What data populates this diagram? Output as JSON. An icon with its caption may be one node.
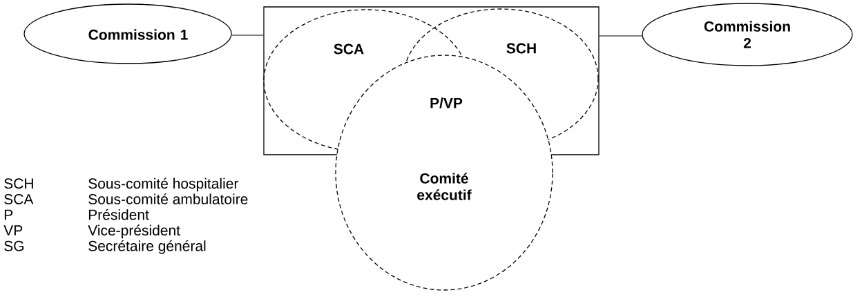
{
  "diagram": {
    "nodes": [
      {
        "text": [
          "Commission 1"
        ]
      },
      {
        "text": [],
        "shape": "box"
      },
      {
        "text": [
          "SCA"
        ],
        "in": 1
      },
      {
        "text": [
          "SCH"
        ],
        "in": 1
      },
      {
        "text": [
          "Comité exécutif"
        ]
      },
      {
        "text": [
          "Commission 2"
        ]
      }
    ],
    "edges": [
      {
        "from": 0,
        "to": 1,
        "arrow": "none"
      },
      {
        "from": 1,
        "to": 5,
        "arrow": "none"
      }
    ],
    "labels": [
      "P/VP",
      "SCH",
      "Sous-comité hospitalier",
      "SCA",
      "Sous-comité ambulatoire",
      "P",
      "Président",
      "VP",
      "Vice-président",
      "SG",
      "Secrétaire général"
    ]
  }
}
